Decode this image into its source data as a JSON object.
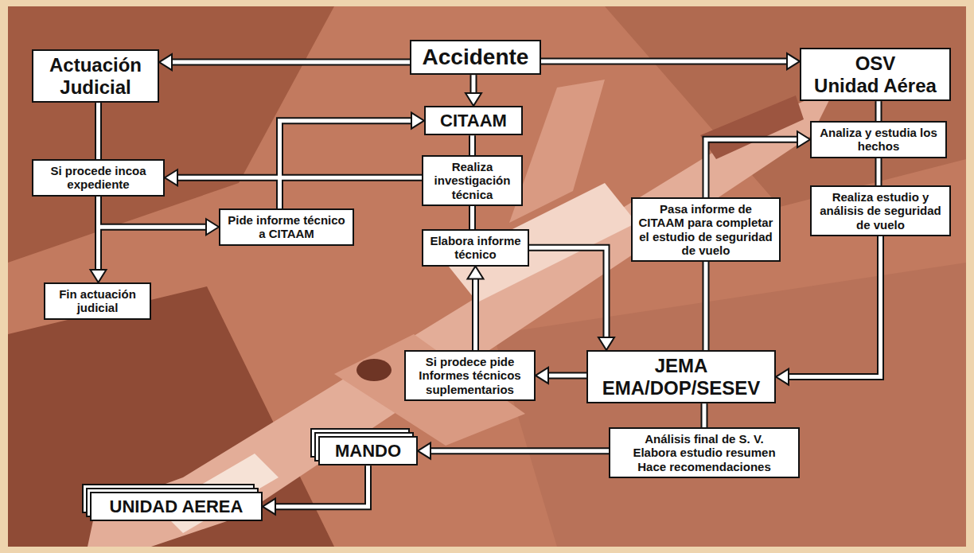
{
  "diagram": {
    "nodes": [
      {
        "text": [
          "Actuación Judicial"
        ]
      },
      {
        "text": [
          "Accidente"
        ]
      },
      {
        "text": [
          "OSV",
          "Unidad Aérea"
        ]
      },
      {
        "text": [
          "CITAAM"
        ]
      },
      {
        "text": [
          "Si procede incoa expediente"
        ]
      },
      {
        "text": [
          "Realiza investigación técnica"
        ]
      },
      {
        "text": [
          "Analiza y estudia los hechos"
        ]
      },
      {
        "text": [
          "Pide informe técnico a CITAAM"
        ]
      },
      {
        "text": [
          "Elabora informe técnico"
        ]
      },
      {
        "text": [
          "Pasa informe de CITAAM para completar el estudio de seguridad de vuelo"
        ]
      },
      {
        "text": [
          "Realiza estudio y análisis de seguridad de vuelo"
        ]
      },
      {
        "text": [
          "Fin actuación judicial"
        ]
      },
      {
        "text": [
          "Si prodece pide Informes técnicos suplementarios"
        ]
      },
      {
        "text": [
          "JEMA",
          "EMA/DOP/SESEV"
        ]
      },
      {
        "text": [
          "Análisis final de S. V.",
          "Elabora estudio resumen",
          "Hace recomendaciones"
        ]
      },
      {
        "text": [
          "MANDO"
        ]
      },
      {
        "text": [
          "UNIDAD AEREA"
        ]
      }
    ],
    "edges": [
      {
        "from": 1,
        "to": 0,
        "arrow": "to"
      },
      {
        "from": 1,
        "to": 2,
        "arrow": "to"
      },
      {
        "from": 1,
        "to": 3,
        "arrow": "to"
      },
      {
        "from": 0,
        "to": 4,
        "arrow": "none"
      },
      {
        "from": 4,
        "to": 11,
        "arrow": "to"
      },
      {
        "from": 4,
        "to": 7,
        "arrow": "to"
      },
      {
        "from": 7,
        "to": 3,
        "arrow": "to"
      },
      {
        "from": 3,
        "to": 5,
        "arrow": "none"
      },
      {
        "from": 5,
        "to": 4,
        "arrow": "to"
      },
      {
        "from": 5,
        "to": 8,
        "arrow": "none"
      },
      {
        "from": 8,
        "to": 13,
        "arrow": "to"
      },
      {
        "from": 2,
        "to": 6,
        "arrow": "none"
      },
      {
        "from": 6,
        "to": 10,
        "arrow": "none"
      },
      {
        "from": 10,
        "to": 13,
        "arrow": "to"
      },
      {
        "from": 13,
        "to": 9,
        "arrow": "none"
      },
      {
        "from": 9,
        "to": 6,
        "arrow": "to"
      },
      {
        "from": 13,
        "to": 12,
        "arrow": "to"
      },
      {
        "from": 12,
        "to": 8,
        "arrow": "to"
      },
      {
        "from": 13,
        "to": 14,
        "arrow": "none"
      },
      {
        "from": 14,
        "to": 15,
        "arrow": "to"
      },
      {
        "from": 15,
        "to": 16,
        "arrow": "to"
      }
    ]
  }
}
